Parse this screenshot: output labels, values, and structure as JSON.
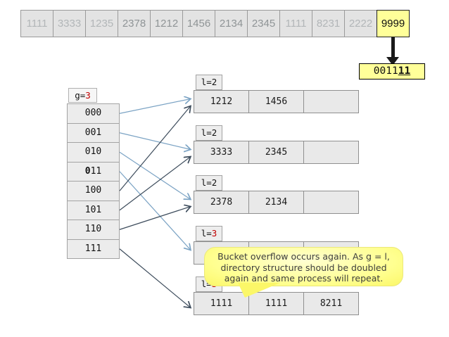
{
  "colors": {
    "highlight_yellow": "#FFFF99",
    "depth_red": "#C00000",
    "arrow_blue": "#7BA3C4",
    "arrow_dark": "#3D4C5C",
    "thick_arrow_black": "#1A1A1A",
    "key_text_light_gray": "#B2B6B8",
    "key_text_dark_gray": "#8F9496"
  },
  "key_sequence": [
    {
      "value": "1111",
      "state": "light"
    },
    {
      "value": "3333",
      "state": "light"
    },
    {
      "value": "1235",
      "state": "light"
    },
    {
      "value": "2378",
      "state": "dark"
    },
    {
      "value": "1212",
      "state": "dark"
    },
    {
      "value": "1456",
      "state": "dark"
    },
    {
      "value": "2134",
      "state": "dark"
    },
    {
      "value": "2345",
      "state": "dark"
    },
    {
      "value": "1111",
      "state": "light"
    },
    {
      "value": "8231",
      "state": "light"
    },
    {
      "value": "2222",
      "state": "light"
    },
    {
      "value": "9999",
      "state": "current"
    }
  ],
  "hash_result": {
    "prefix": "0011",
    "suffix": "11"
  },
  "directory": {
    "depth_label": "g=",
    "depth_value": "3",
    "rows": [
      {
        "bold": "",
        "text": "000"
      },
      {
        "bold": "",
        "text": "001"
      },
      {
        "bold": "",
        "text": "010"
      },
      {
        "bold": "0",
        "text": "11"
      },
      {
        "bold": "",
        "text": "100"
      },
      {
        "bold": "",
        "text": "101"
      },
      {
        "bold": "",
        "text": "110"
      },
      {
        "bold": "",
        "text": "111"
      }
    ]
  },
  "buckets": [
    {
      "depth_label": "l=",
      "depth_value": "2",
      "depth_red": false,
      "values": [
        "1212",
        "1456",
        ""
      ]
    },
    {
      "depth_label": "l=",
      "depth_value": "2",
      "depth_red": false,
      "values": [
        "3333",
        "2345",
        ""
      ]
    },
    {
      "depth_label": "l=",
      "depth_value": "2",
      "depth_red": false,
      "values": [
        "2378",
        "2134",
        ""
      ]
    },
    {
      "depth_label": "l=",
      "depth_value": "3",
      "depth_red": true,
      "values": [
        "",
        "",
        ""
      ]
    },
    {
      "depth_label": "l=",
      "depth_value": "3",
      "depth_red": true,
      "values": [
        "1111",
        "1111",
        "8211"
      ]
    }
  ],
  "links": [
    {
      "row": 0,
      "bucket": 0,
      "color": "blue"
    },
    {
      "row": 1,
      "bucket": 1,
      "color": "blue"
    },
    {
      "row": 2,
      "bucket": 2,
      "color": "blue"
    },
    {
      "row": 3,
      "bucket": 3,
      "color": "blue"
    },
    {
      "row": 4,
      "bucket": 0,
      "color": "dark"
    },
    {
      "row": 5,
      "bucket": 1,
      "color": "dark"
    },
    {
      "row": 6,
      "bucket": 2,
      "color": "dark"
    },
    {
      "row": 7,
      "bucket": 4,
      "color": "dark"
    }
  ],
  "callout": {
    "lines": [
      "Bucket overflow occurs again. As g = l,",
      "directory structure should be doubled",
      "again and same process will repeat."
    ]
  }
}
